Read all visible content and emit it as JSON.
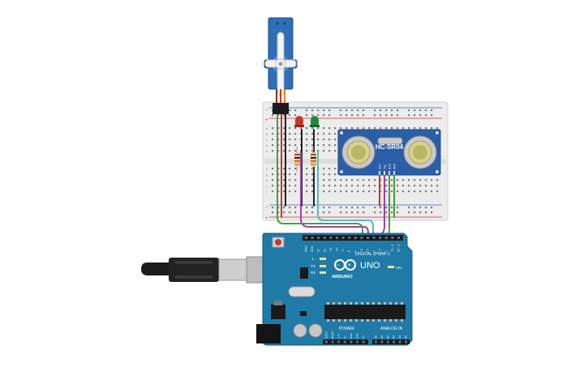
{
  "components": {
    "servo": {
      "name": "servo-motor"
    },
    "sensor": {
      "label": "HC-SR04",
      "pins": [
        "VCC",
        "Trig",
        "Echo",
        "GND"
      ]
    },
    "leds": [
      {
        "color": "#c0392b"
      },
      {
        "color": "#1e8c3a"
      }
    ],
    "resistors": [
      {
        "band_colors": [
          "#8b4513",
          "#000000",
          "#d35400",
          "#c9a227"
        ]
      },
      {
        "band_colors": [
          "#8b4513",
          "#000000",
          "#d35400",
          "#c9a227"
        ]
      }
    ],
    "arduino": {
      "brand": "ARDUINO",
      "model": "UNO",
      "digital_label": "DIGITAL (PWM~)",
      "power_label": "POWER",
      "analog_label": "ANALOG IN",
      "on_label": "ON",
      "led_labels": [
        "L",
        "TX",
        "RX"
      ],
      "digital_pins": [
        "AREF",
        "GND",
        "13",
        "12",
        "~11",
        "~10",
        "~9",
        "8",
        "7",
        "~6",
        "~5",
        "4",
        "~3",
        "2",
        "TX→1",
        "RX←0"
      ],
      "power_pins": [
        "IOREF",
        "RESET",
        "3.3V",
        "5V",
        "GND",
        "GND",
        "Vin"
      ],
      "analog_pins": [
        "A0",
        "A1",
        "A2",
        "A3",
        "A4",
        "A5"
      ]
    },
    "breadboard": {
      "rows": [
        "a",
        "b",
        "c",
        "d",
        "e",
        "f",
        "g",
        "h",
        "i",
        "j"
      ],
      "rail_plus": "+",
      "rail_minus": "−"
    }
  },
  "colors": {
    "board_teal": "#1f7aa8",
    "sensor_blue": "#2a5ea8",
    "breadboard": "#e9e9e9",
    "wire_red": "#d0312d",
    "wire_black": "#222222",
    "wire_green": "#3aa63a",
    "wire_purple": "#a33ea6",
    "wire_cyan": "#59b9cc"
  }
}
